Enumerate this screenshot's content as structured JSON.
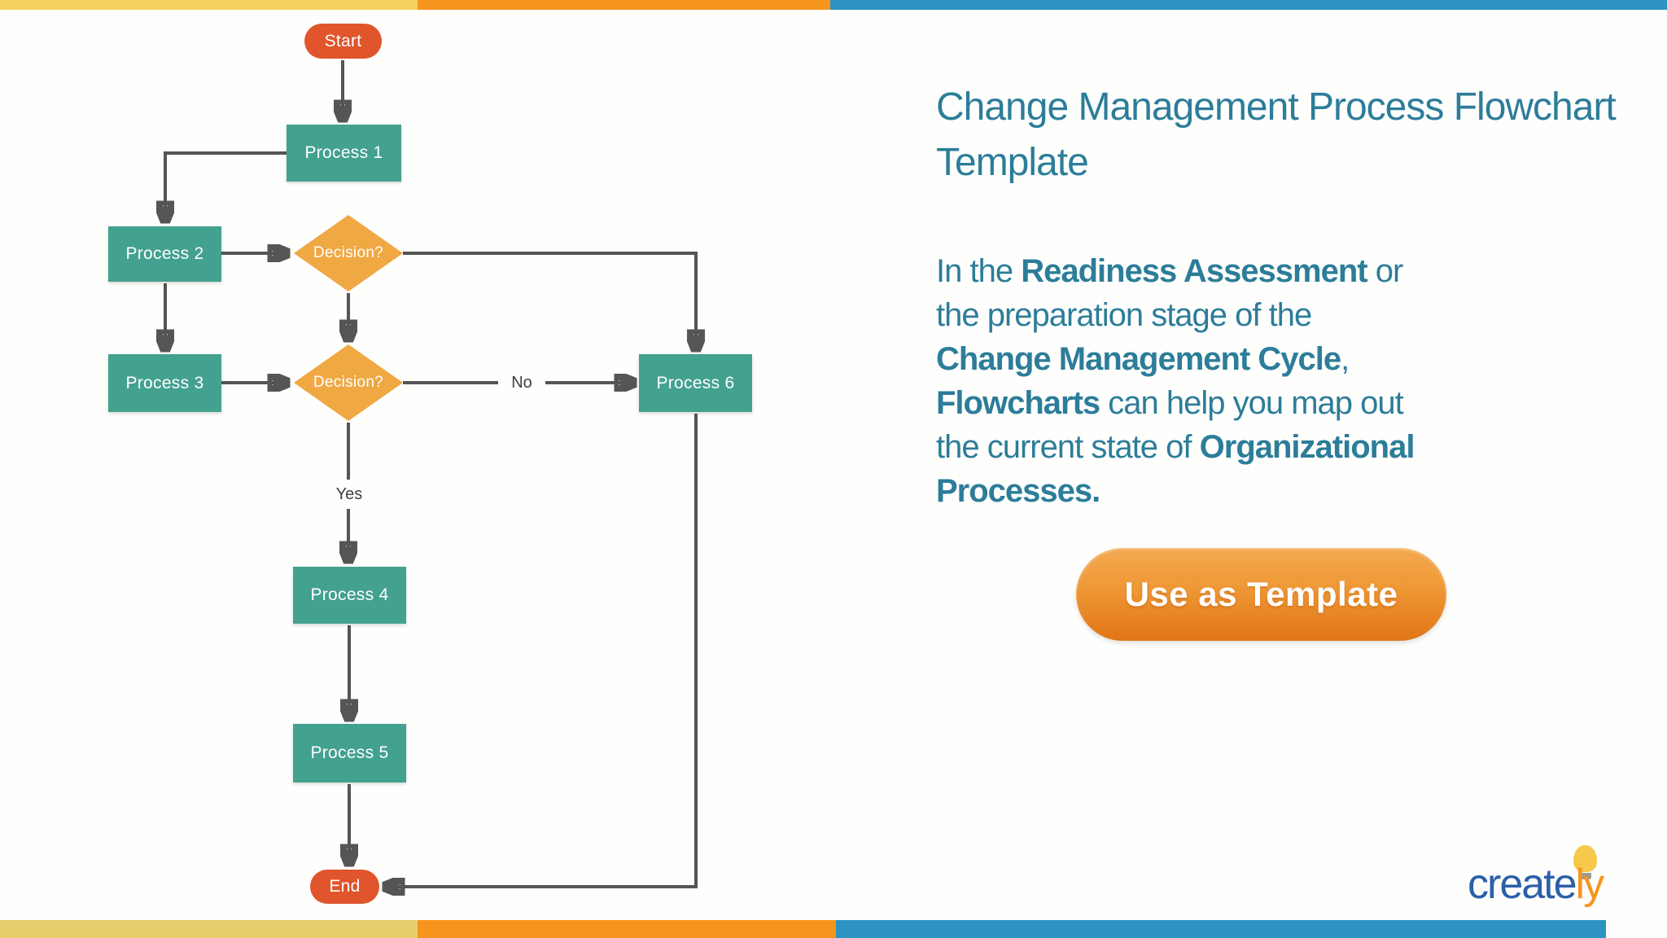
{
  "flowchart": {
    "nodes": {
      "start": {
        "label": "Start",
        "type": "terminator"
      },
      "process1": {
        "label": "Process 1",
        "type": "process"
      },
      "process2": {
        "label": "Process 2",
        "type": "process"
      },
      "decision1": {
        "label": "Decision?",
        "type": "decision"
      },
      "process3": {
        "label": "Process 3",
        "type": "process"
      },
      "decision2": {
        "label": "Decision?",
        "type": "decision"
      },
      "process4": {
        "label": "Process 4",
        "type": "process"
      },
      "process5": {
        "label": "Process 5",
        "type": "process"
      },
      "process6": {
        "label": "Process 6",
        "type": "process"
      },
      "end": {
        "label": "End",
        "type": "terminator"
      }
    },
    "edge_labels": {
      "no": "No",
      "yes": "Yes"
    },
    "colors": {
      "process": "#43a18f",
      "decision": "#f0a843",
      "terminator": "#e0552b",
      "connector": "#555555"
    }
  },
  "panel": {
    "title_line1": "Change Management Process Flowchart",
    "title_line2": "Template",
    "paragraph": [
      {
        "a": "In the ",
        "b": "Readiness Assessment",
        "c": " or"
      },
      {
        "a": "the preparation stage of the",
        "b": "",
        "c": ""
      },
      {
        "a": "",
        "b": "Change Management Cycle",
        "c": ","
      },
      {
        "a": "",
        "b": "Flowcharts",
        "c": " can help you map out"
      },
      {
        "a": "the current state of ",
        "b": "Organizational",
        "c": ""
      },
      {
        "a": "",
        "b": "Processes.",
        "c": ""
      }
    ],
    "button_label": "Use as Template",
    "text_color": "#2c7d99",
    "button_colors": {
      "top": "#f3a950",
      "bottom": "#e07517"
    }
  },
  "brand": {
    "logo_text_blue": "create",
    "logo_text_orange": "ly",
    "logo_blue": "#2b5fa8",
    "logo_orange": "#f7941d",
    "bulb_color": "#f6c84c"
  },
  "bars": {
    "top": {
      "yellow": "#f2d15f",
      "orange": "#f7941d",
      "blue": "#2d93c1"
    },
    "bottom": {
      "yellow": "#e7cf6d",
      "orange": "#f7941d",
      "blue": "#2d93c1"
    }
  }
}
